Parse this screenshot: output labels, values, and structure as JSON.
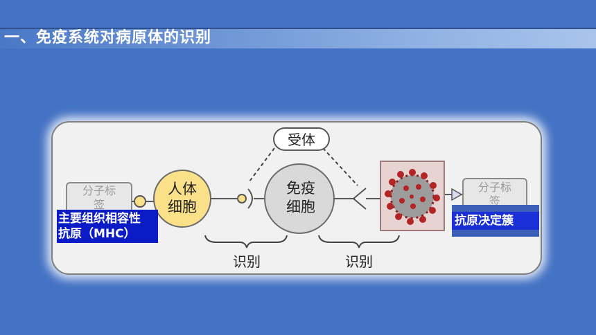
{
  "slide": {
    "title": "一、免疫系统对病原体的识别"
  },
  "diagram": {
    "receptor_label": "受体",
    "human_cell_label_line1": "人体",
    "human_cell_label_line2": "细胞",
    "immune_cell_label_line1": "免疫",
    "immune_cell_label_line2": "细胞",
    "molecular_tag_left_line1": "分子标",
    "molecular_tag_left_line2": "签",
    "molecular_tag_right_line1": "分子标",
    "molecular_tag_right_line2": "签",
    "recognition_left": "识别",
    "recognition_right": "识别",
    "mhc_label_line1": "主要组织相容性",
    "mhc_label_line2": "抗原（MHC）",
    "epitope_label": "抗原决定簇",
    "colors": {
      "human_cell_fill": "#fbe08a",
      "immune_cell_fill": "#d9d9d9",
      "tag_fill": "#e7e7e7",
      "label_bg": "#0b1cc7"
    }
  }
}
